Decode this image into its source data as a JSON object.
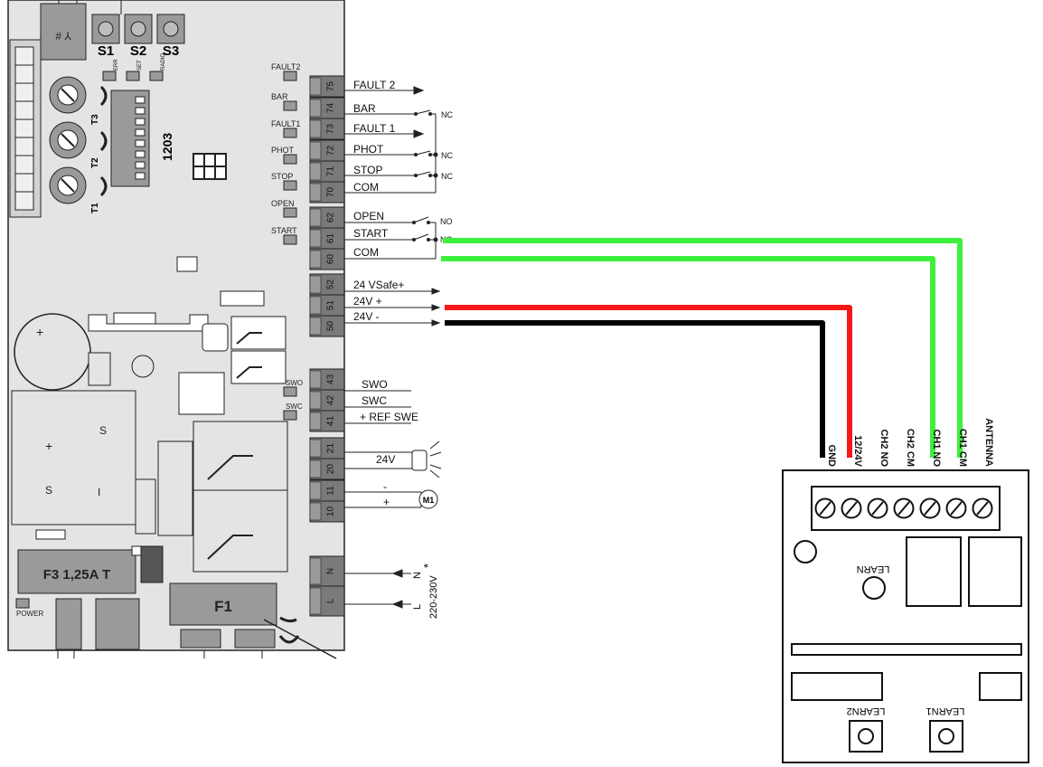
{
  "board": {
    "buttons": [
      "S1",
      "S2",
      "S3"
    ],
    "small_leds": [
      "ERR",
      "SET",
      "RADIO"
    ],
    "trimmers": [
      "T3",
      "T2",
      "T1"
    ],
    "chip_label": "1203",
    "fuse_f3": "F3 1,25A T",
    "fuse_f1": "F1",
    "power_led": "POWER",
    "slot_marks": "# ⅄"
  },
  "led_labels": [
    "FAULT2",
    "BAR",
    "FAULT1",
    "PHOT",
    "STOP",
    "OPEN",
    "START",
    "SWO",
    "SWC"
  ],
  "terminals": [
    "75",
    "74",
    "73",
    "72",
    "71",
    "70",
    "62",
    "61",
    "60",
    "52",
    "51",
    "50",
    "43",
    "42",
    "41",
    "21",
    "20",
    "11",
    "10",
    "N",
    "L"
  ],
  "signals": {
    "fault2": "FAULT 2",
    "bar": "BAR",
    "fault1": "FAULT 1",
    "phot": "PHOT",
    "stop": "STOP",
    "com1": "COM",
    "open": "OPEN",
    "start": "START",
    "com2": "COM",
    "vsafe": "24 VSafe+",
    "v24plus": "24V +",
    "v24minus": "24V -",
    "swo": "SWO",
    "swc": "SWC",
    "ref_swe": "+ REF SWE",
    "lamp_24v": "24V",
    "minus": "-",
    "plus": "+",
    "motor": "M1",
    "nc": "NC",
    "no": "NO",
    "mains_n": "N",
    "mains_l": "L",
    "mains_voltage": "220-230V",
    "mains_note": "*"
  },
  "receiver": {
    "terminal_labels": [
      "GND",
      "12/24V",
      "CH2 NO",
      "CH2 CM",
      "CH1 NO",
      "CH1 CM",
      "ANTENNA"
    ],
    "learn": "LEARN",
    "learn1": "LEARN1",
    "learn2": "LEARN2"
  },
  "colors": {
    "green_wire": "#3ef03e",
    "red_wire": "#f41818",
    "black_wire": "#000000",
    "terminal_fill": "#7a7a7a",
    "board_fill": "#e4e4e4"
  }
}
